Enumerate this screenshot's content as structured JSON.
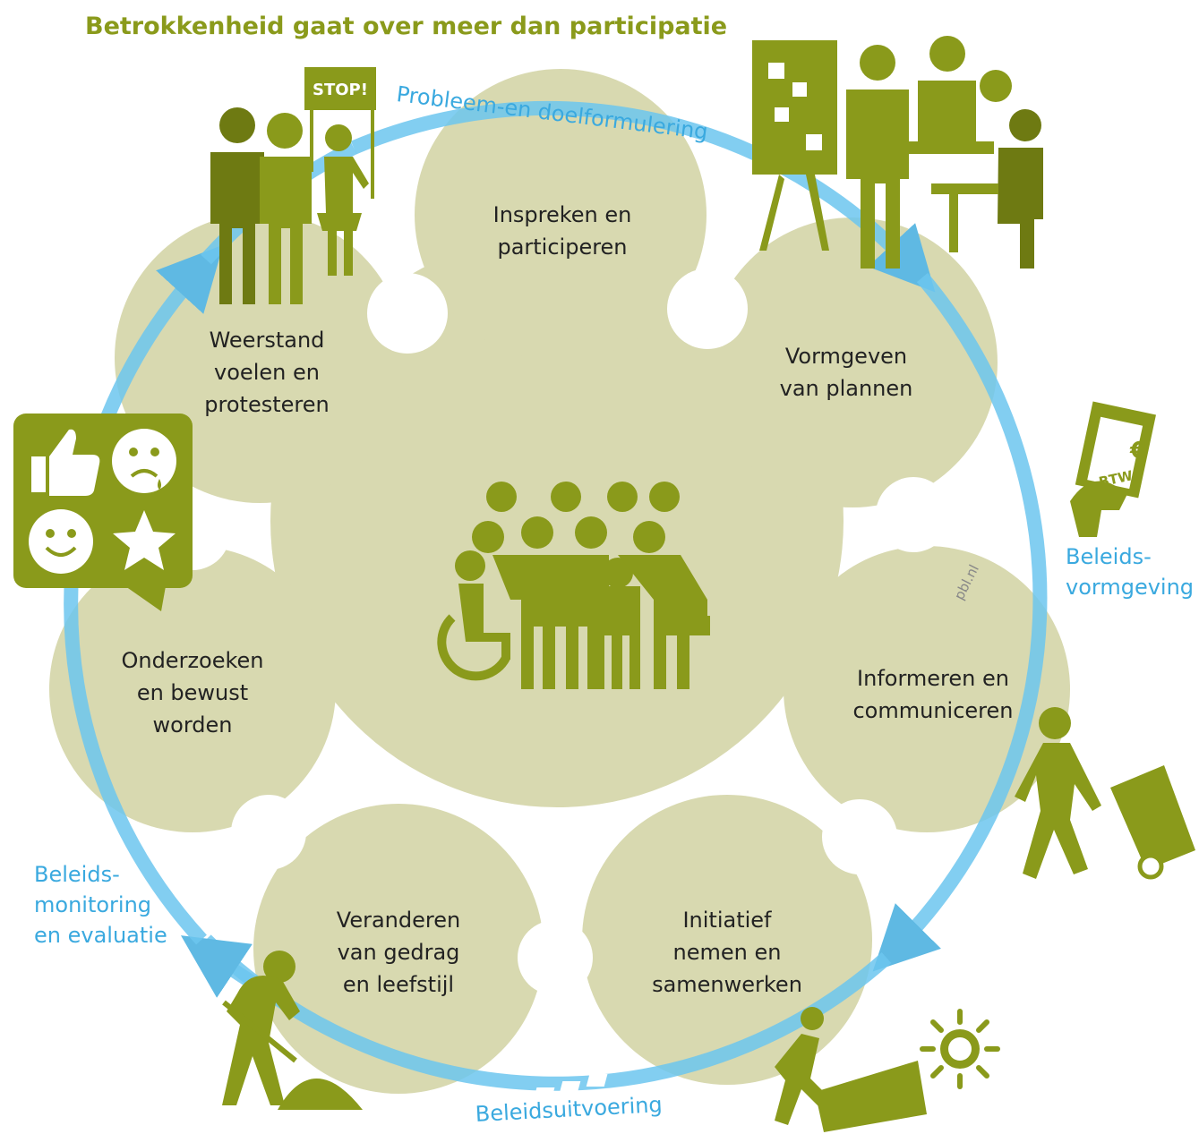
{
  "title": "Betrokkenheid gaat over meer dan participatie",
  "lobes": [
    {
      "id": "inspreken",
      "lines": [
        "Inspreken en",
        "participeren"
      ]
    },
    {
      "id": "vormgeven",
      "lines": [
        "Vormgeven",
        "van plannen"
      ]
    },
    {
      "id": "informeren",
      "lines": [
        "Informeren en",
        "communiceren"
      ]
    },
    {
      "id": "initiatief",
      "lines": [
        "Initiatief",
        "nemen en",
        "samenwerken"
      ]
    },
    {
      "id": "veranderen",
      "lines": [
        "Veranderen",
        "van gedrag",
        "en leefstijl"
      ]
    },
    {
      "id": "onderzoeken",
      "lines": [
        "Onderzoeken",
        "en bewust",
        "worden"
      ]
    },
    {
      "id": "weerstand",
      "lines": [
        "Weerstand",
        "voelen en",
        "protesteren"
      ]
    }
  ],
  "cycle_labels": {
    "probleem": "Probleem-en doelformulering",
    "beleidsvormgeving": [
      "Beleids-",
      "vormgeving"
    ],
    "beleidsuitvoering": "Beleidsuitvoering",
    "monitoring": [
      "Beleids-",
      "monitoring",
      "en evaluatie"
    ]
  },
  "stop_sign": "STOP!",
  "btw_sign": "BTW",
  "euro_sign": "€",
  "credit": "pbl.nl",
  "colors": {
    "olive": "#8a9a1b",
    "olive_dark": "#6e7a12",
    "lobe_fill": "#d8d9b0",
    "ring_blue": "#6cc6ef",
    "text_blue": "#3aa9df"
  },
  "icons": [
    "protest-people-icon",
    "planning-meeting-icon",
    "tax-form-icon",
    "wheelie-bin-icon",
    "solar-panel-worker-icon",
    "sun-icon",
    "digging-worker-icon",
    "feedback-emoji-icon",
    "diverse-group-icon"
  ]
}
